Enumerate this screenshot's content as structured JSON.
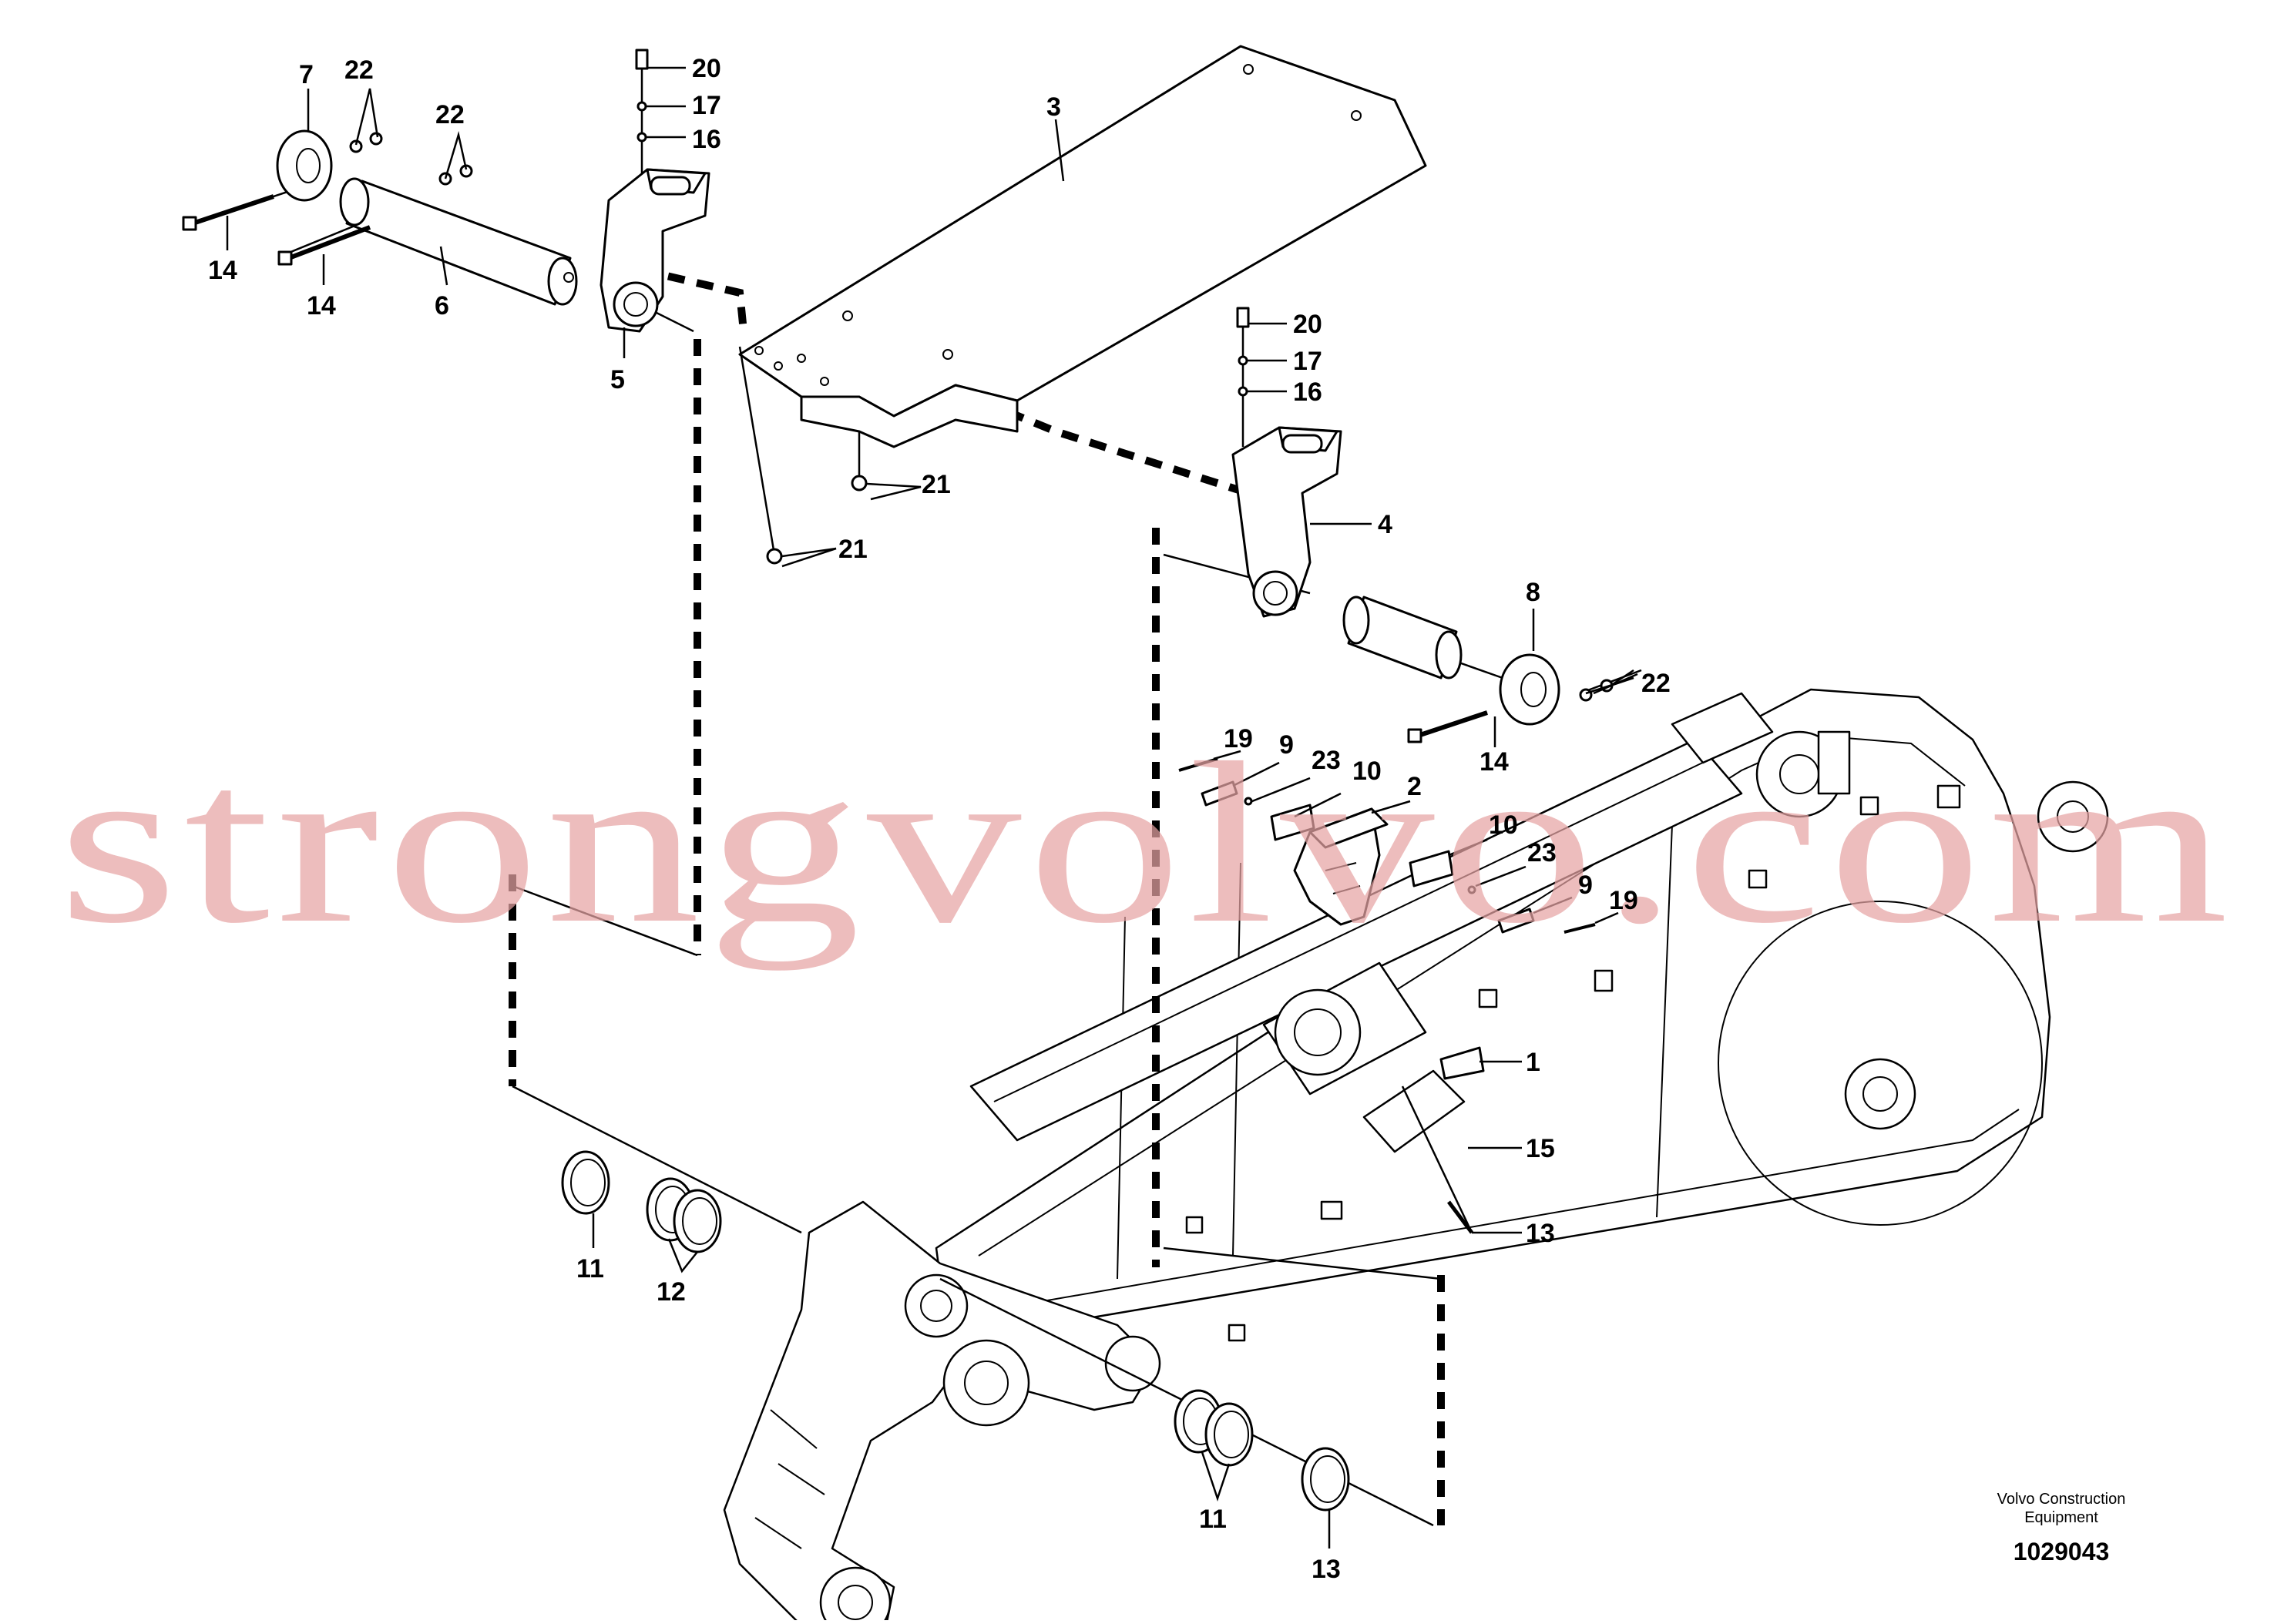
{
  "watermark": "strongvolvo.com",
  "brand": {
    "line1": "Volvo Construction",
    "line2": "Equipment",
    "doc_number": "1029043"
  },
  "callouts": [
    {
      "id": "c7",
      "text": "7"
    },
    {
      "id": "c22a",
      "text": "22"
    },
    {
      "id": "c22b",
      "text": "22"
    },
    {
      "id": "c20a",
      "text": "20"
    },
    {
      "id": "c17a",
      "text": "17"
    },
    {
      "id": "c16a",
      "text": "16"
    },
    {
      "id": "c3",
      "text": "3"
    },
    {
      "id": "c14a",
      "text": "14"
    },
    {
      "id": "c14b",
      "text": "14"
    },
    {
      "id": "c6",
      "text": "6"
    },
    {
      "id": "c5",
      "text": "5"
    },
    {
      "id": "c20b",
      "text": "20"
    },
    {
      "id": "c17b",
      "text": "17"
    },
    {
      "id": "c16b",
      "text": "16"
    },
    {
      "id": "c21a",
      "text": "21"
    },
    {
      "id": "c21b",
      "text": "21"
    },
    {
      "id": "c4",
      "text": "4"
    },
    {
      "id": "c8",
      "text": "8"
    },
    {
      "id": "c22c",
      "text": "22"
    },
    {
      "id": "c14c",
      "text": "14"
    },
    {
      "id": "c19a",
      "text": "19"
    },
    {
      "id": "c9a",
      "text": "9"
    },
    {
      "id": "c23a",
      "text": "23"
    },
    {
      "id": "c10a",
      "text": "10"
    },
    {
      "id": "c2",
      "text": "2"
    },
    {
      "id": "c10b",
      "text": "10"
    },
    {
      "id": "c23b",
      "text": "23"
    },
    {
      "id": "c9b",
      "text": "9"
    },
    {
      "id": "c19b",
      "text": "19"
    },
    {
      "id": "c1",
      "text": "1"
    },
    {
      "id": "c15",
      "text": "15"
    },
    {
      "id": "c13a",
      "text": "13"
    },
    {
      "id": "c11a",
      "text": "11"
    },
    {
      "id": "c12",
      "text": "12"
    },
    {
      "id": "c11b",
      "text": "11"
    },
    {
      "id": "c13b",
      "text": "13"
    }
  ]
}
